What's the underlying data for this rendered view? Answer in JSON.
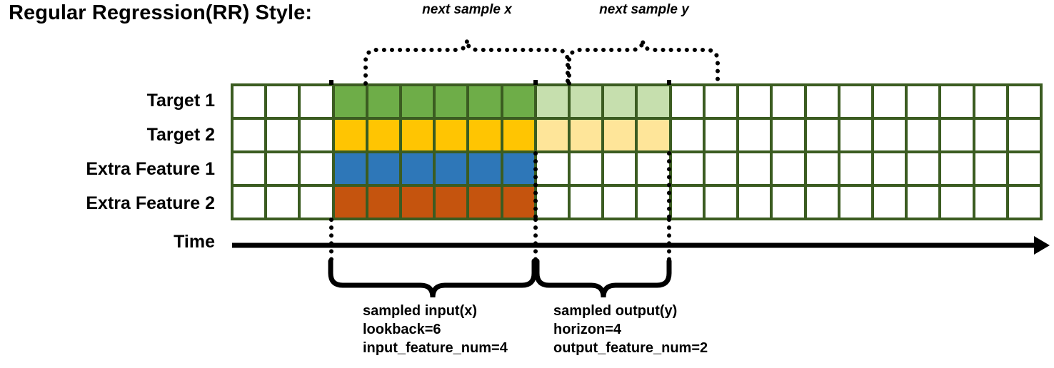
{
  "title": "Regular Regression(RR) Style:",
  "row_labels": [
    "Target 1",
    "Target 2",
    "Extra Feature 1",
    "Extra Feature 2"
  ],
  "time_axis_label": "Time",
  "top_braces": [
    {
      "label": "next sample x"
    },
    {
      "label": "next sample y"
    }
  ],
  "bottom_braces": [
    {
      "title": "sampled input(x)",
      "line2": "lookback=6",
      "line3": "input_feature_num=4"
    },
    {
      "title": "sampled output(y)",
      "line2": "horizon=4",
      "line3": "output_feature_num=2"
    }
  ],
  "colors": {
    "grid_border": "#3b5c21",
    "empty_cell": "#ffffff",
    "target1_dark": "#6ead48",
    "target1_light": "#c6dfae",
    "target2_dark": "#ffc502",
    "target2_light": "#fee599",
    "feature1_dark": "#2e77b8",
    "feature2_dark": "#c5540e",
    "axis": "#000000"
  },
  "chart_data": {
    "type": "heatmap",
    "title": "Regular Regression(RR) Style:",
    "columns": 24,
    "rows": 4,
    "row_names": [
      "Target 1",
      "Target 2",
      "Extra Feature 1",
      "Extra Feature 2"
    ],
    "lookback": 6,
    "horizon": 4,
    "input_feature_num": 4,
    "output_feature_num": 2,
    "input_start_col": 3,
    "input_end_col": 8,
    "output_start_col": 9,
    "output_end_col": 12,
    "cells": [
      [
        "empty",
        "empty",
        "empty",
        "target1_dark",
        "target1_dark",
        "target1_dark",
        "target1_dark",
        "target1_dark",
        "target1_dark",
        "target1_light",
        "target1_light",
        "target1_light",
        "target1_light",
        "empty",
        "empty",
        "empty",
        "empty",
        "empty",
        "empty",
        "empty",
        "empty",
        "empty",
        "empty",
        "empty"
      ],
      [
        "empty",
        "empty",
        "empty",
        "target2_dark",
        "target2_dark",
        "target2_dark",
        "target2_dark",
        "target2_dark",
        "target2_dark",
        "target2_light",
        "target2_light",
        "target2_light",
        "target2_light",
        "empty",
        "empty",
        "empty",
        "empty",
        "empty",
        "empty",
        "empty",
        "empty",
        "empty",
        "empty",
        "empty"
      ],
      [
        "empty",
        "empty",
        "empty",
        "feature1_dark",
        "feature1_dark",
        "feature1_dark",
        "feature1_dark",
        "feature1_dark",
        "feature1_dark",
        "empty",
        "empty",
        "empty",
        "empty",
        "empty",
        "empty",
        "empty",
        "empty",
        "empty",
        "empty",
        "empty",
        "empty",
        "empty",
        "empty",
        "empty"
      ],
      [
        "empty",
        "empty",
        "empty",
        "feature2_dark",
        "feature2_dark",
        "feature2_dark",
        "feature2_dark",
        "feature2_dark",
        "feature2_dark",
        "empty",
        "empty",
        "empty",
        "empty",
        "empty",
        "empty",
        "empty",
        "empty",
        "empty",
        "empty",
        "empty",
        "empty",
        "empty",
        "empty",
        "empty"
      ]
    ]
  }
}
